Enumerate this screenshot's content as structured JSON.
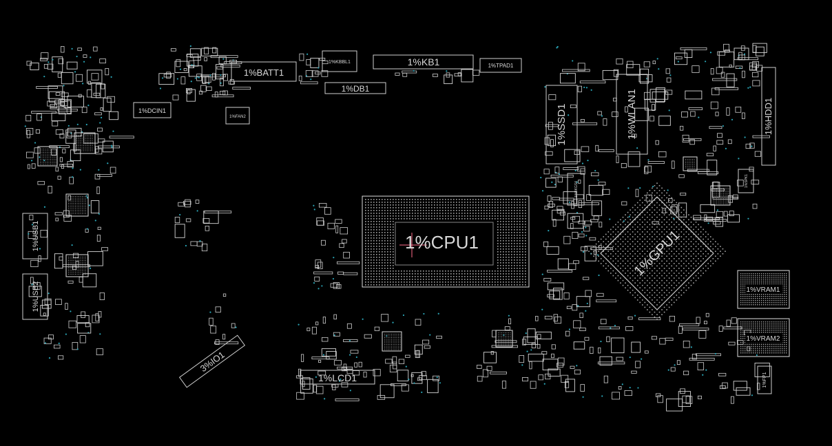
{
  "labels": {
    "cpu": "1%CPU1",
    "gpu": "1%GPU1",
    "batt": "1%BATT1",
    "kb": "1%KB1",
    "kbbl": "1%KBBL1",
    "tpad": "1%TPAD1",
    "db": "1%DB1",
    "dcin": "1%DCIN1",
    "fan": "1%FAN2",
    "usb1": "1%USB1",
    "usb2": "1%USB2",
    "io": "3%IO1",
    "lcd": "1%LCD1",
    "ssd": "1%SSD1",
    "wlan": "1%WLAN1",
    "hdd": "1%HDD1",
    "vram1": "1%VRAM1",
    "vram2": "1%VRAM2",
    "fp": "1%FP1",
    "bkgs": "1%BKGS4",
    "spk": "1%SPK1"
  },
  "colors": {
    "background": "#000000",
    "outline": "#cfcfcf",
    "via": "#2aa6b8",
    "cursor": "#ff6b8a"
  }
}
